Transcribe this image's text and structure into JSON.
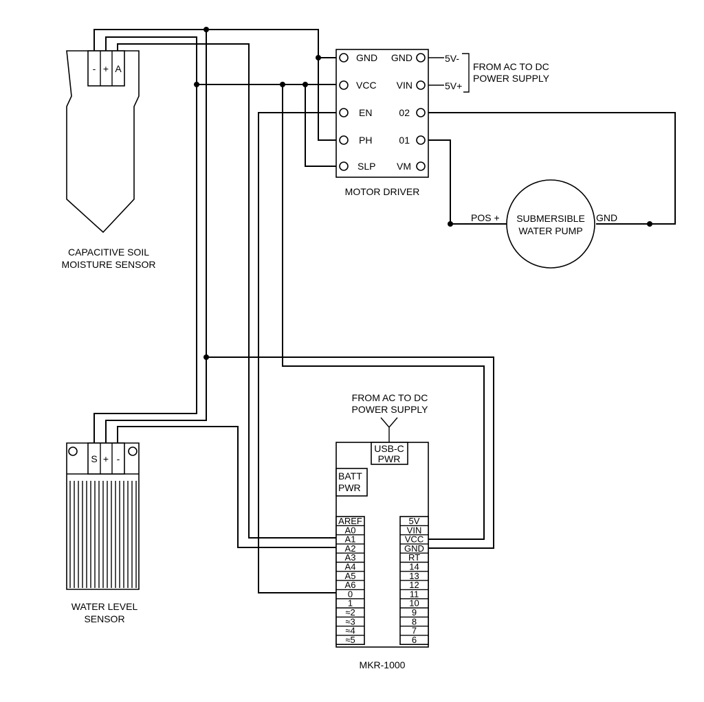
{
  "soil_sensor": {
    "label_line1": "CAPACITIVE SOIL",
    "label_line2": "MOISTURE SENSOR",
    "pins": [
      "-",
      "+",
      "A"
    ]
  },
  "water_level_sensor": {
    "label_line1": "WATER LEVEL",
    "label_line2": "SENSOR",
    "pins": [
      "S",
      "+",
      "-"
    ]
  },
  "motor_driver": {
    "label": "MOTOR DRIVER",
    "left_pins": [
      "GND",
      "VCC",
      "EN",
      "PH",
      "SLP"
    ],
    "right_pins": [
      "GND",
      "VIN",
      "02",
      "01",
      "VM"
    ]
  },
  "driver_power": {
    "minus": "5V-",
    "plus": "5V+",
    "line1": "FROM AC TO DC",
    "line2": "POWER SUPPLY"
  },
  "pump": {
    "line1": "SUBMERSIBLE",
    "line2": "WATER PUMP",
    "pos": "POS +",
    "gnd": "GND"
  },
  "mkr": {
    "label": "MKR-1000",
    "usb_line1": "USB-C",
    "usb_line2": "PWR",
    "batt_line1": "BATT",
    "batt_line2": "PWR",
    "supply_line1": "FROM AC TO DC",
    "supply_line2": "POWER SUPPLY",
    "left_pins": [
      "AREF",
      "A0",
      "A1",
      "A2",
      "A3",
      "A4",
      "A5",
      "A6",
      "0",
      "1",
      "≈2",
      "≈3",
      "≈4",
      "≈5"
    ],
    "right_pins": [
      "5V",
      "VIN",
      "VCC",
      "GND",
      "RT",
      "14",
      "13",
      "12",
      "11",
      "10",
      "9",
      "8",
      "7",
      "6"
    ]
  }
}
